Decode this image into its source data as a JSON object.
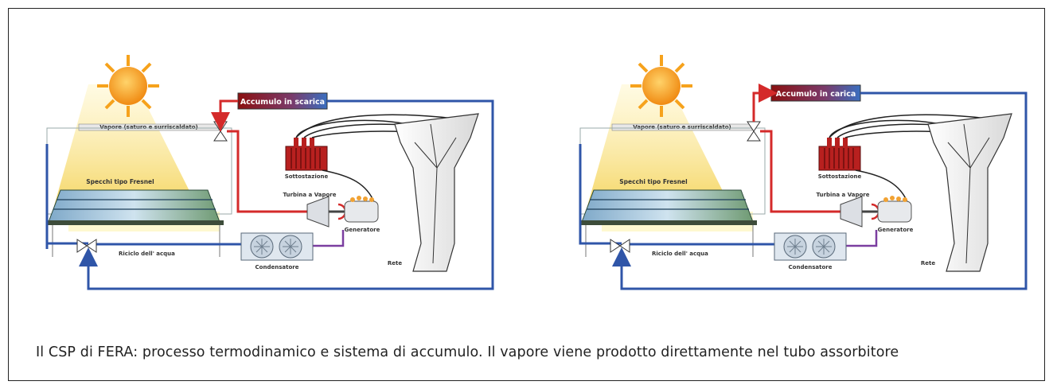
{
  "diagrams": [
    {
      "storage_label": "Accumulo in scarica",
      "steam_label": "Vapore (saturo e surriscaldato)",
      "mirrors_label": "Specchi tipo Fresnel",
      "substation_label": "Sottostazione",
      "turbine_label": "Turbina a Vapore",
      "generator_label": "Generatore",
      "recirc_label": "Riciclo dell' acqua",
      "condenser_label": "Condensatore",
      "grid_label": "Rete"
    },
    {
      "storage_label": "Accumulo in carica",
      "steam_label": "Vapore (saturo e surriscaldato)",
      "mirrors_label": "Specchi tipo Fresnel",
      "substation_label": "Sottostazione",
      "turbine_label": "Turbina a Vapore",
      "generator_label": "Generatore",
      "recirc_label": "Riciclo dell' acqua",
      "condenser_label": "Condensatore",
      "grid_label": "Rete"
    }
  ],
  "caption": "Il CSP di FERA: processo termodinamico e sistema di accumulo. Il vapore viene prodotto direttamente nel tubo assorbitore",
  "colors": {
    "hot_pipe": "#d42a2a",
    "cold_pipe": "#2f55a8",
    "sun": "#f6a21c",
    "substation": "#b8201f",
    "light": "#fff1a8"
  }
}
